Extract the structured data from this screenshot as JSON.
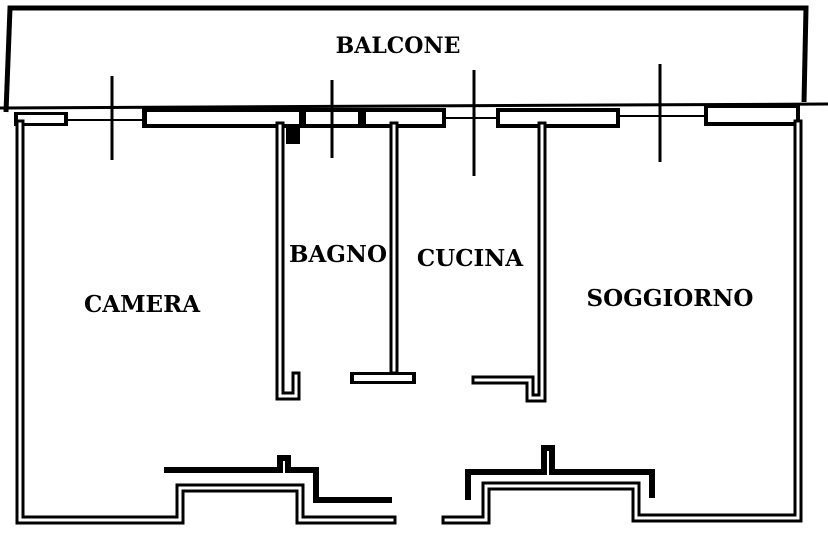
{
  "plan": {
    "rooms": {
      "balcone": "BALCONE",
      "camera": "CAMERA",
      "bagno": "BAGNO",
      "cucina": "CUCINA",
      "soggiorno": "SOGGIORNO"
    },
    "colors": {
      "wall": "#000000",
      "background": "#ffffff"
    }
  }
}
